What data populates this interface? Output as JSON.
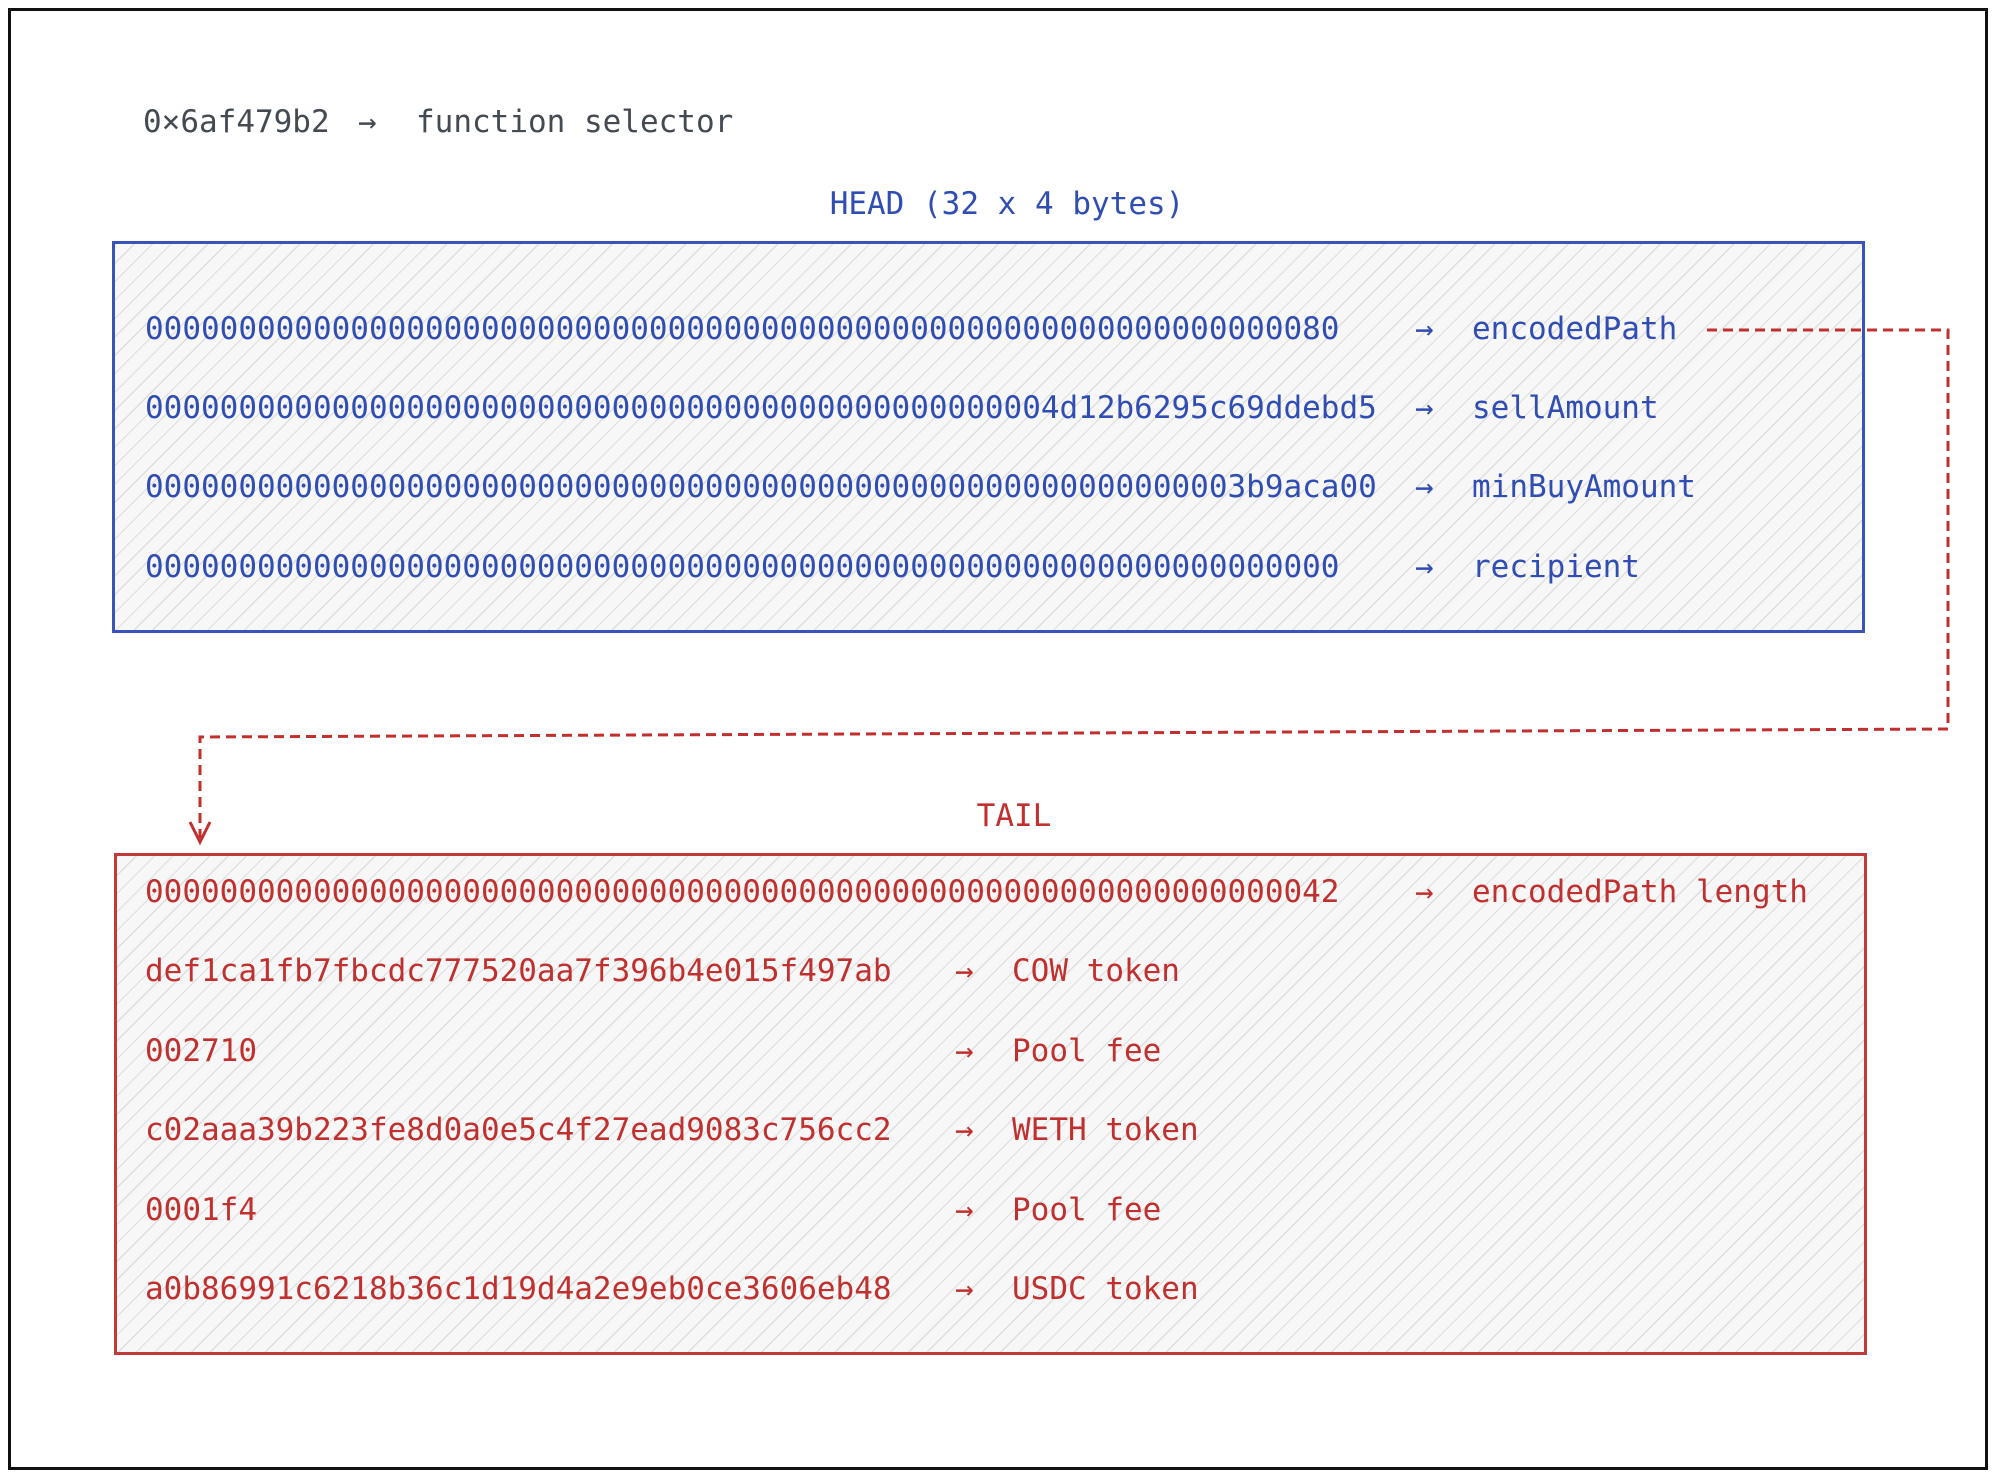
{
  "selector": {
    "hex": "0×6af479b2",
    "arrow": "→",
    "label": "function selector"
  },
  "head": {
    "title": "HEAD (32 x 4 bytes)",
    "rows": [
      {
        "value": "0000000000000000000000000000000000000000000000000000000000000080",
        "arrow": "→",
        "label": "encodedPath"
      },
      {
        "value": "0000000000000000000000000000000000000000000000004d12b6295c69ddebd5",
        "arrow": "→",
        "label": "sellAmount"
      },
      {
        "value": "00000000000000000000000000000000000000000000000000000000003b9aca00",
        "arrow": "→",
        "label": "minBuyAmount"
      },
      {
        "value": "0000000000000000000000000000000000000000000000000000000000000000",
        "arrow": "→",
        "label": "recipient"
      }
    ]
  },
  "tail": {
    "title": "TAIL",
    "rows": [
      {
        "value": "0000000000000000000000000000000000000000000000000000000000000042",
        "arrow": "→",
        "label": "encodedPath length"
      },
      {
        "value": "def1ca1fb7fbcdc777520aa7f396b4e015f497ab",
        "arrow": "→",
        "label": "COW token"
      },
      {
        "value": "002710",
        "arrow": "→",
        "label": "Pool fee"
      },
      {
        "value": "c02aaa39b223fe8d0a0e5c4f27ead9083c756cc2",
        "arrow": "→",
        "label": "WETH token"
      },
      {
        "value": "0001f4",
        "arrow": "→",
        "label": "Pool fee"
      },
      {
        "value": "a0b86991c6218b36c1d19d4a2e9eb0ce3606eb48",
        "arrow": "→",
        "label": "USDC token"
      }
    ]
  },
  "colors": {
    "head": "#2f4db3",
    "tail": "#c0302f",
    "selector": "#444a52"
  }
}
